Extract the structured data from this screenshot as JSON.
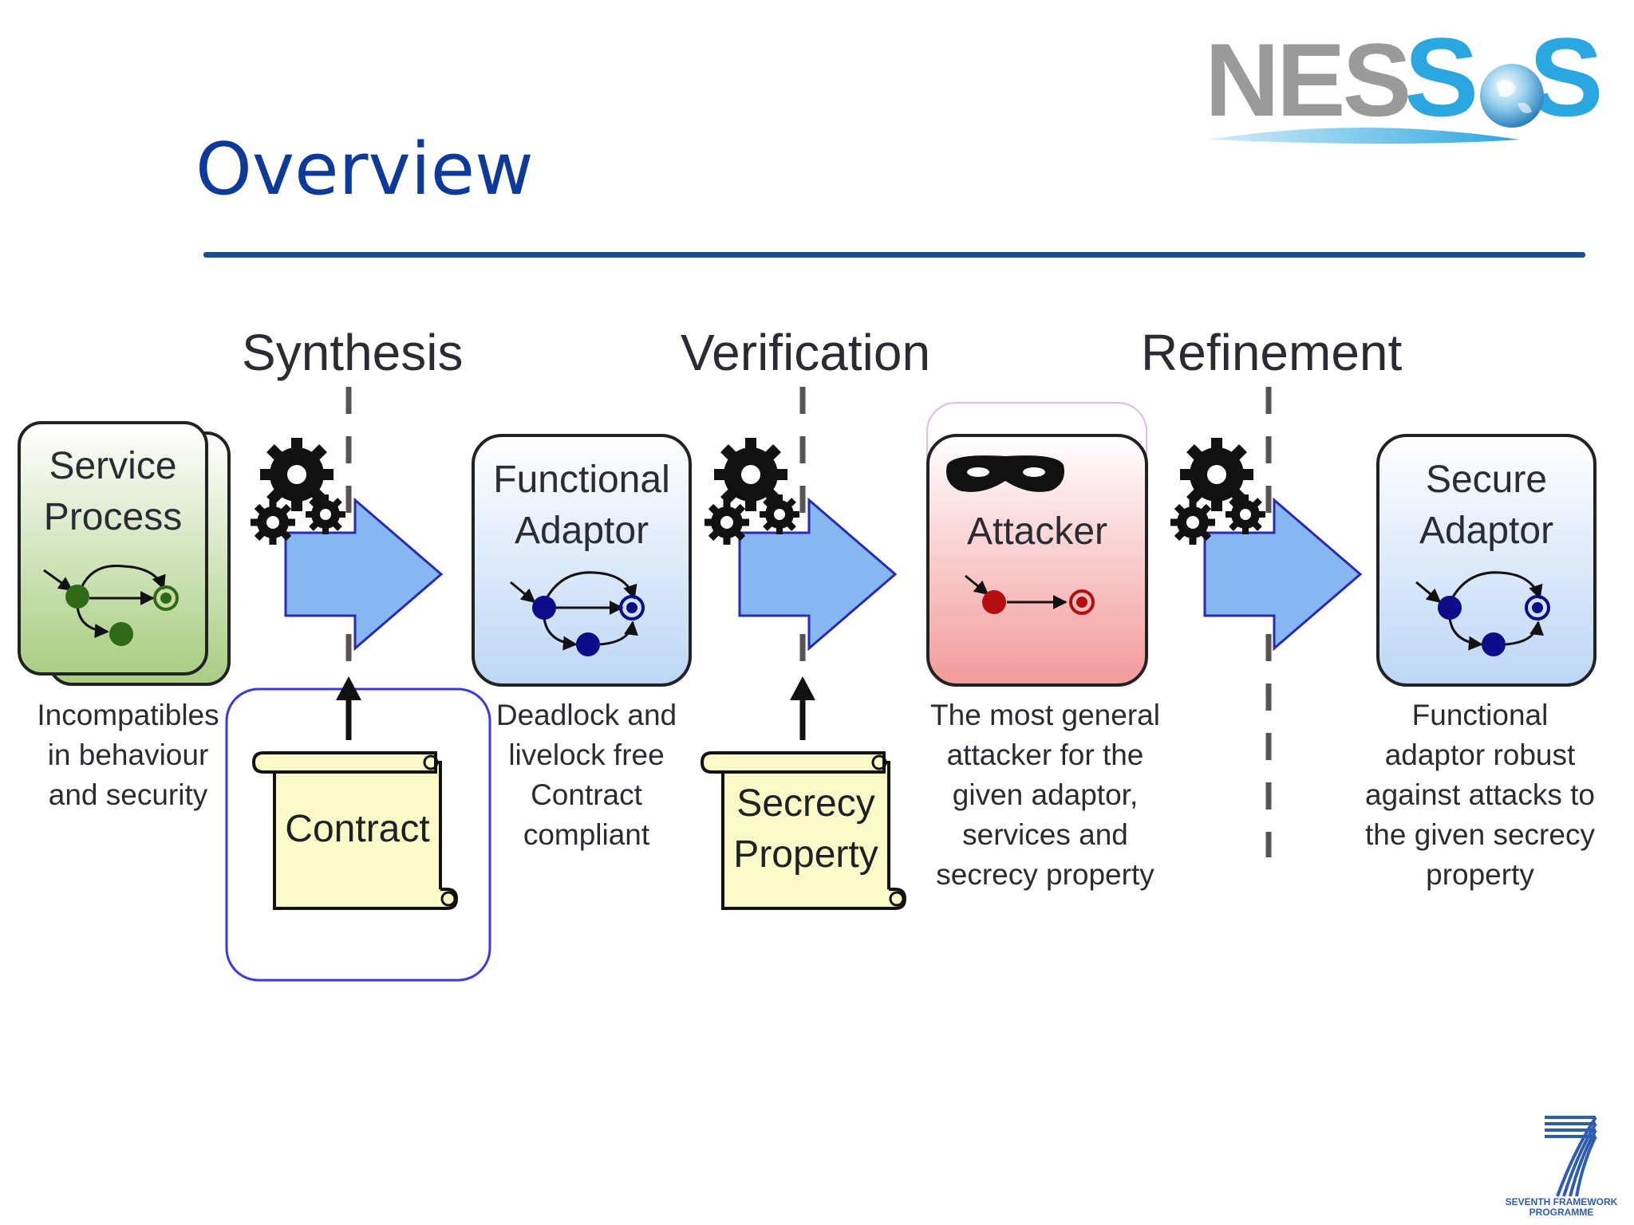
{
  "slide": {
    "title": "Overview",
    "logo": {
      "text": "NES",
      "suffix_letters": "S S",
      "icon": "globe-icon"
    },
    "footer_logo": {
      "line1": "SEVENTH FRAMEWORK",
      "line2": "PROGRAMME",
      "icon": "fp7-seven-icon"
    }
  },
  "stages": [
    {
      "label": "Synthesis"
    },
    {
      "label": "Verification"
    },
    {
      "label": "Refinement"
    }
  ],
  "boxes": [
    {
      "title": "Service\nProcess",
      "caption": "Incompatibles\nin behaviour\nand security",
      "fill": "#a9cd82"
    },
    {
      "title": "Functional\nAdaptor",
      "caption": "Deadlock and\nlivelock free\nContract\ncompliant",
      "fill": "#bcd6f6"
    },
    {
      "title": "Attacker",
      "caption": "The most general\nattacker for the\ngiven adaptor,\nservices and\nsecrecy property",
      "fill": "#f39a9a"
    },
    {
      "title": "Secure\nAdaptor",
      "caption": "Functional\nadaptor robust\nagainst attacks to\nthe given secrecy\nproperty",
      "fill": "#bcd6f6"
    }
  ],
  "scrolls": [
    {
      "text": "Contract"
    },
    {
      "text": "Secrecy\nProperty"
    }
  ],
  "colors": {
    "title": "#0d3a9a",
    "rule": "#1a4f8f",
    "arrow_fill": "#86b7f3",
    "arrow_stroke": "#2a2ab0",
    "highlight": "#3a3adf",
    "scroll_fill": "#fafac8"
  }
}
